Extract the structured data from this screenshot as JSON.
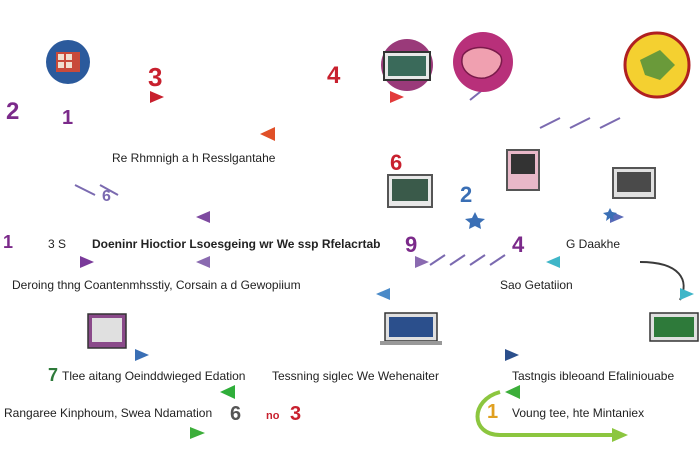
{
  "labels": {
    "row1_caption": "Re Rhmnigh a h Resslgantahe",
    "row3_left": "Doeninr Hioctior Lsoesgeing wr We ssp Rfelacrtab",
    "row3_mid": "3 S",
    "row3_right": "G Daakhe",
    "row4_left": "Deroing thng Coantenmhsstiy, Corsain a d Gewopiium",
    "row4_right": "Sao Getatiion",
    "row6_left": "Tlee aitang Oeinddwieged Edation",
    "row6_mid": "Tessning siglec We Wehenaiter",
    "row6_right": "Tastngis ibleoand Efaliniouabe",
    "row7_left": "Rangaree Kinphoum, Swea Ndamation",
    "row7_right": "Voung tee, hte Mintaniex"
  },
  "numbers": {
    "n2_left": "2",
    "n1_left": "1",
    "n3_top": "3",
    "n4_top": "4",
    "n6_mid": "6",
    "n2_mid": "2",
    "n1_row3": "1",
    "n9_row3": "9",
    "n4_row3": "4",
    "n7_row6": "7",
    "n6_row7": "6",
    "n3_row7": "3",
    "n1_row7": "1",
    "n6_small": "6",
    "no_small": "no"
  },
  "colors": {
    "red": "#d8262e",
    "orange": "#f08a1c",
    "purple": "#7b4a9e",
    "blue": "#3a6fb5",
    "teal": "#3fb6c8",
    "green": "#3cae3a",
    "lime": "#8cc63f",
    "navy": "#2b4f8c"
  },
  "icons": [
    "globe-computer-icon",
    "laptop-icon",
    "brain-icon",
    "map-icon",
    "monitor-icon",
    "tablet-icon",
    "desktop-icon"
  ]
}
